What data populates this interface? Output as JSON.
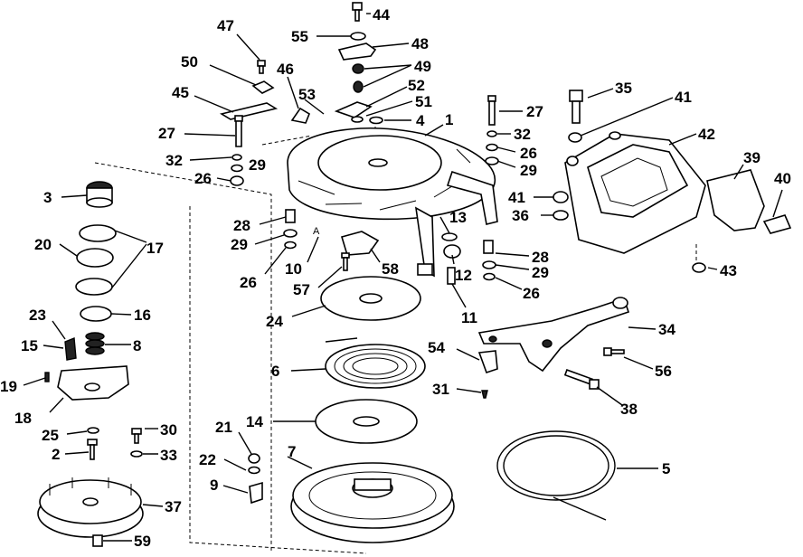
{
  "diagram": {
    "callouts": [
      {
        "id": "c44",
        "label": "44"
      },
      {
        "id": "c55",
        "label": "55"
      },
      {
        "id": "c48",
        "label": "48"
      },
      {
        "id": "c47",
        "label": "47"
      },
      {
        "id": "c49",
        "label": "49"
      },
      {
        "id": "c50",
        "label": "50"
      },
      {
        "id": "c46",
        "label": "46"
      },
      {
        "id": "c52",
        "label": "52"
      },
      {
        "id": "c45",
        "label": "45"
      },
      {
        "id": "c53",
        "label": "53"
      },
      {
        "id": "c51",
        "label": "51"
      },
      {
        "id": "c35",
        "label": "35"
      },
      {
        "id": "c41a",
        "label": "41"
      },
      {
        "id": "c27a",
        "label": "27"
      },
      {
        "id": "c4",
        "label": "4"
      },
      {
        "id": "c1",
        "label": "1"
      },
      {
        "id": "c27b",
        "label": "27"
      },
      {
        "id": "c42",
        "label": "42"
      },
      {
        "id": "c32a",
        "label": "32"
      },
      {
        "id": "c26a",
        "label": "26"
      },
      {
        "id": "c32b",
        "label": "32"
      },
      {
        "id": "c29a",
        "label": "29"
      },
      {
        "id": "c26b",
        "label": "26"
      },
      {
        "id": "c29b",
        "label": "29"
      },
      {
        "id": "c39",
        "label": "39"
      },
      {
        "id": "c40",
        "label": "40"
      },
      {
        "id": "c3",
        "label": "3"
      },
      {
        "id": "c41b",
        "label": "41"
      },
      {
        "id": "c36",
        "label": "36"
      },
      {
        "id": "c13",
        "label": "13"
      },
      {
        "id": "c28a",
        "label": "28"
      },
      {
        "id": "c29c",
        "label": "29"
      },
      {
        "id": "c17",
        "label": "17"
      },
      {
        "id": "c20",
        "label": "20"
      },
      {
        "id": "c10",
        "label": "10"
      },
      {
        "id": "c28b",
        "label": "28"
      },
      {
        "id": "c29d",
        "label": "29"
      },
      {
        "id": "c43",
        "label": "43"
      },
      {
        "id": "c26c",
        "label": "26"
      },
      {
        "id": "c58",
        "label": "58"
      },
      {
        "id": "c12",
        "label": "12"
      },
      {
        "id": "c26d",
        "label": "26"
      },
      {
        "id": "c57",
        "label": "57"
      },
      {
        "id": "c24",
        "label": "24"
      },
      {
        "id": "c11",
        "label": "11"
      },
      {
        "id": "c16",
        "label": "16"
      },
      {
        "id": "c23",
        "label": "23"
      },
      {
        "id": "c34",
        "label": "34"
      },
      {
        "id": "c15",
        "label": "15"
      },
      {
        "id": "c8",
        "label": "8"
      },
      {
        "id": "c54",
        "label": "54"
      },
      {
        "id": "c56",
        "label": "56"
      },
      {
        "id": "c6",
        "label": "6"
      },
      {
        "id": "c19",
        "label": "19"
      },
      {
        "id": "c31",
        "label": "31"
      },
      {
        "id": "c38",
        "label": "38"
      },
      {
        "id": "c18",
        "label": "18"
      },
      {
        "id": "c14",
        "label": "14"
      },
      {
        "id": "c21",
        "label": "21"
      },
      {
        "id": "c25",
        "label": "25"
      },
      {
        "id": "c30",
        "label": "30"
      },
      {
        "id": "c7",
        "label": "7"
      },
      {
        "id": "c2",
        "label": "2"
      },
      {
        "id": "c33",
        "label": "33"
      },
      {
        "id": "c22",
        "label": "22"
      },
      {
        "id": "c5",
        "label": "5"
      },
      {
        "id": "c9",
        "label": "9"
      },
      {
        "id": "c37",
        "label": "37"
      },
      {
        "id": "c59",
        "label": "59"
      }
    ],
    "marker_a": "A"
  }
}
